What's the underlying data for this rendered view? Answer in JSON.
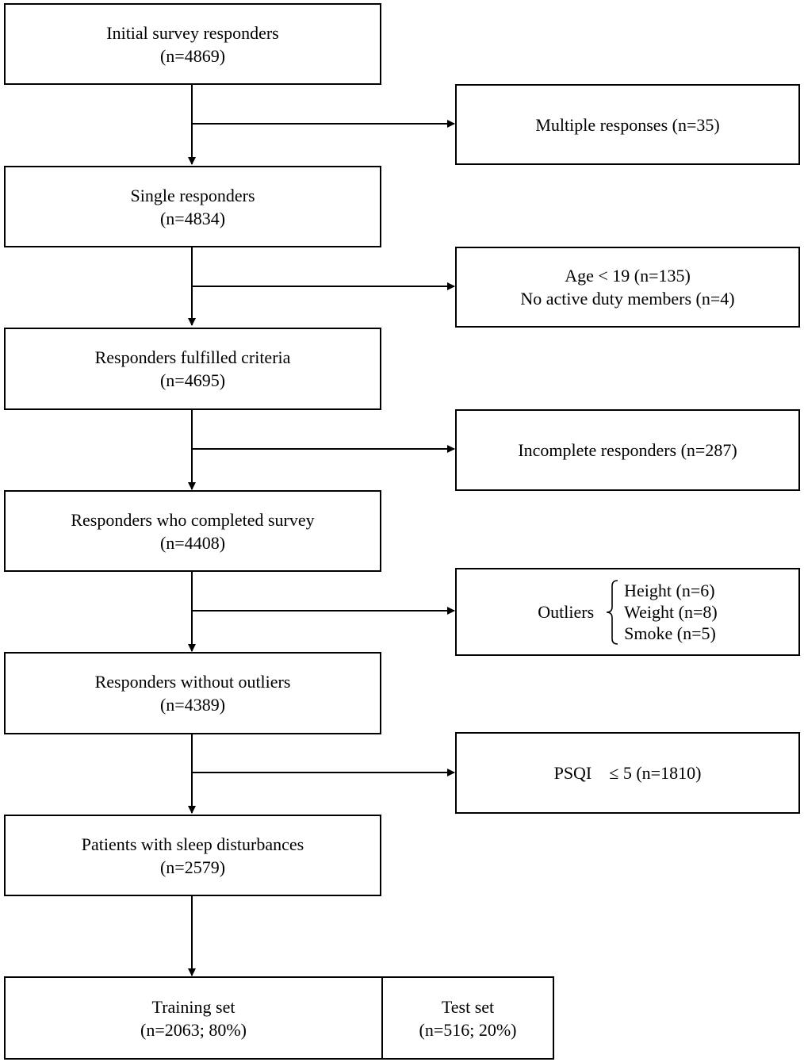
{
  "main_flow": [
    {
      "label": "Initial survey responders",
      "count": "(n=4869)"
    },
    {
      "label": "Single responders",
      "count": "(n=4834)"
    },
    {
      "label": "Responders fulfilled criteria",
      "count": "(n=4695)"
    },
    {
      "label": "Responders who completed survey",
      "count": "(n=4408)"
    },
    {
      "label": "Responders without outliers",
      "count": "(n=4389)"
    },
    {
      "label": "Patients with sleep disturbances",
      "count": "(n=2579)"
    }
  ],
  "exclusions": {
    "multiple": "Multiple responses (n=35)",
    "age": "Age < 19 (n=135)",
    "active_duty": "No active duty members (n=4)",
    "incomplete": "Incomplete responders (n=287)",
    "outliers": {
      "label": "Outliers",
      "items": [
        "Height (n=6)",
        "Weight (n=8)",
        "Smoke (n=5)"
      ]
    },
    "psqi": "PSQI    ≤ 5 (n=1810)"
  },
  "split": {
    "training_label": "Training set",
    "training_count": "(n=2063; 80%)",
    "test_label": "Test set",
    "test_count": "(n=516; 20%)"
  }
}
